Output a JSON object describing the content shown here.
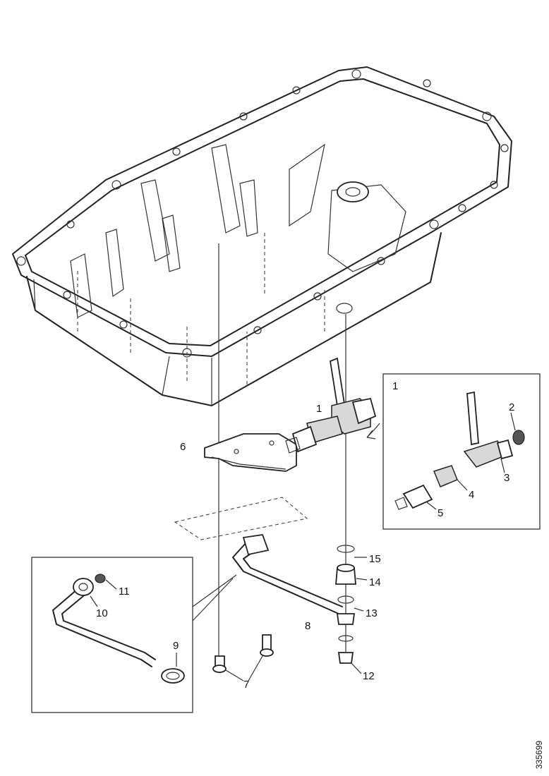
{
  "diagram": {
    "reference_number": "335699",
    "callouts": [
      {
        "id": "c1a",
        "label": "1"
      },
      {
        "id": "c1b",
        "label": "1"
      },
      {
        "id": "c2",
        "label": "2"
      },
      {
        "id": "c3",
        "label": "3"
      },
      {
        "id": "c4",
        "label": "4"
      },
      {
        "id": "c5",
        "label": "5"
      },
      {
        "id": "c6",
        "label": "6"
      },
      {
        "id": "c7",
        "label": "7"
      },
      {
        "id": "c8",
        "label": "8"
      },
      {
        "id": "c9",
        "label": "9"
      },
      {
        "id": "c10",
        "label": "10"
      },
      {
        "id": "c11",
        "label": "11"
      },
      {
        "id": "c12",
        "label": "12"
      },
      {
        "id": "c13",
        "label": "13"
      },
      {
        "id": "c14",
        "label": "14"
      },
      {
        "id": "c15",
        "label": "15"
      }
    ]
  }
}
